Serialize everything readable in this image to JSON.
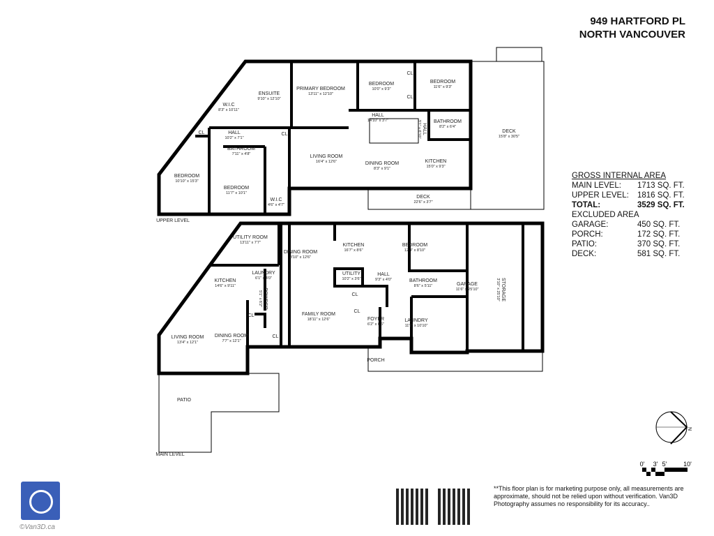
{
  "header": {
    "address": "949 HARTFORD PL",
    "city": "NORTH VANCOUVER"
  },
  "area": {
    "title": "GROSS INTERNAL AREA",
    "rows": [
      {
        "label": "MAIN LEVEL:",
        "value": "1713 SQ. FT."
      },
      {
        "label": "UPPER LEVEL:",
        "value": "1816 SQ. FT."
      },
      {
        "label": "TOTAL:",
        "value": "3529 SQ. FT."
      }
    ],
    "excluded_title": "EXCLUDED AREA",
    "excluded": [
      {
        "label": "GARAGE:",
        "value": "450 SQ. FT."
      },
      {
        "label": "PORCH:",
        "value": "172 SQ. FT."
      },
      {
        "label": "PATIO:",
        "value": "370 SQ. FT."
      },
      {
        "label": "DECK:",
        "value": "581 SQ. FT."
      }
    ]
  },
  "levels": {
    "upper": "UPPER LEVEL",
    "main": "MAIN LEVEL"
  },
  "upper_rooms": [
    {
      "name": "ENSUITE",
      "dim": "9'10\" x 12'10\""
    },
    {
      "name": "PRIMARY BEDROOM",
      "dim": "13'11\" x 12'10\""
    },
    {
      "name": "BEDROOM",
      "dim": "10'0\" x 9'3\""
    },
    {
      "name": "BEDROOM",
      "dim": "11'6\" x 9'3\""
    },
    {
      "name": "CL",
      "dim": ""
    },
    {
      "name": "CL",
      "dim": ""
    },
    {
      "name": "W.I.C",
      "dim": "8'3\" x 10'11\""
    },
    {
      "name": "HALL",
      "dim": "14'10\" x 3'7\""
    },
    {
      "name": "BATHROOM",
      "dim": "8'2\" x 6'4\""
    },
    {
      "name": "CL",
      "dim": ""
    },
    {
      "name": "HALL",
      "dim": "10'2\" x 7'1\""
    },
    {
      "name": "CL",
      "dim": ""
    },
    {
      "name": "BATHROOM",
      "dim": "7'11\" x 4'8\""
    },
    {
      "name": "LIVING ROOM",
      "dim": "16'4\" x 12'6\""
    },
    {
      "name": "DINING ROOM",
      "dim": "8'3\" x 9'1\""
    },
    {
      "name": "KITCHEN",
      "dim": "15'0\" x 9'3\""
    },
    {
      "name": "BEDROOM",
      "dim": "10'10\" x 15'3\""
    },
    {
      "name": "BEDROOM",
      "dim": "11'7\" x 10'1\""
    },
    {
      "name": "W.I.C",
      "dim": "4'6\" x 4'7\""
    },
    {
      "name": "DECK",
      "dim": "22'6\" x 3'7\""
    },
    {
      "name": "DECK",
      "dim": "15'8\" x 30'5\""
    },
    {
      "name": "HALL",
      "dim": "3'1\" x 6'10\""
    }
  ],
  "main_rooms": [
    {
      "name": "UTILITY ROOM",
      "dim": "13'11\" x 7'7\""
    },
    {
      "name": "DINING ROOM",
      "dim": "8'10\" x 12'6\""
    },
    {
      "name": "KITCHEN",
      "dim": "16'7\" x 8'6\""
    },
    {
      "name": "BEDROOM",
      "dim": "12'4\" x 8'10\""
    },
    {
      "name": "LAUNDRY",
      "dim": "6'1\" x 4'0\""
    },
    {
      "name": "KITCHEN",
      "dim": "14'6\" x 9'11\""
    },
    {
      "name": "UTILITY",
      "dim": "10'2\" x 3'6\""
    },
    {
      "name": "HALL",
      "dim": "9'3\" x 4'0\""
    },
    {
      "name": "BATHROOM",
      "dim": "8'6\" x 5'11\""
    },
    {
      "name": "GARAGE",
      "dim": "11'6\" x 25'10\""
    },
    {
      "name": "CL",
      "dim": ""
    },
    {
      "name": "CL",
      "dim": ""
    },
    {
      "name": "CL",
      "dim": ""
    },
    {
      "name": "FAMILY ROOM",
      "dim": "18'11\" x 12'6\""
    },
    {
      "name": "FOYER",
      "dim": "6'2\" x 6'6\""
    },
    {
      "name": "LAUNDRY",
      "dim": "11'9\" x 10'10\""
    },
    {
      "name": "CL",
      "dim": ""
    },
    {
      "name": "LIVING ROOM",
      "dim": "13'4\" x 12'1\""
    },
    {
      "name": "DINING ROOM",
      "dim": "7'7\" x 12'1\""
    },
    {
      "name": "PORCH",
      "dim": ""
    },
    {
      "name": "PATIO",
      "dim": ""
    },
    {
      "name": "STORAGE",
      "dim": "3'10\" x 25'10\""
    },
    {
      "name": "POWDER",
      "dim": "5'1\" x 6'2\""
    }
  ],
  "compass": {
    "label": "N"
  },
  "scale": {
    "ticks": [
      "0'",
      "3'",
      "5'",
      "10'"
    ]
  },
  "disclaimer": "**This floor plan is for marketing purpose only, all measurements are approximate, should not be relied upon without verification. Van3D Photography assumes no responsibility for its accuracy..",
  "logo": {
    "text": "©Van3D.ca",
    "color": "#3a5fb8"
  }
}
